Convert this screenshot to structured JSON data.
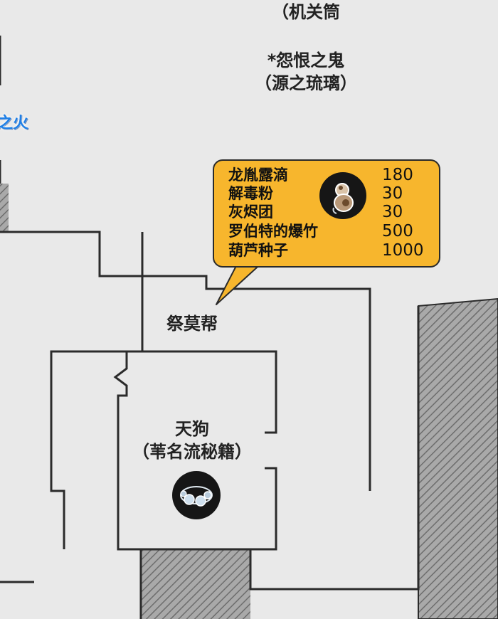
{
  "labels": {
    "top_subtitle": "（机关筒",
    "top_title": "*怨恨之鬼",
    "top_subtitle2": "（源之琉璃）",
    "fire": "之火",
    "room": "祭莫帮",
    "boss_name": "天狗",
    "boss_item": "（苇名流秘籍）"
  },
  "shop": {
    "items": [
      {
        "name": "龙胤露滴",
        "price": "180"
      },
      {
        "name": "解毒粉",
        "price": "30"
      },
      {
        "name": "灰烬团",
        "price": "30"
      },
      {
        "name": "罗伯特的爆竹",
        "price": "500"
      },
      {
        "name": "葫芦种子",
        "price": "1000"
      }
    ]
  },
  "icons": {
    "shop_icon": "gourd-seed-icon",
    "boss_icon": "prayer-beads-icon"
  },
  "colors": {
    "shop_bg": "#f7b62d",
    "wall": "#2b2b2b",
    "floor": "#e9e9e9",
    "hatch": "#8a8a8a"
  }
}
